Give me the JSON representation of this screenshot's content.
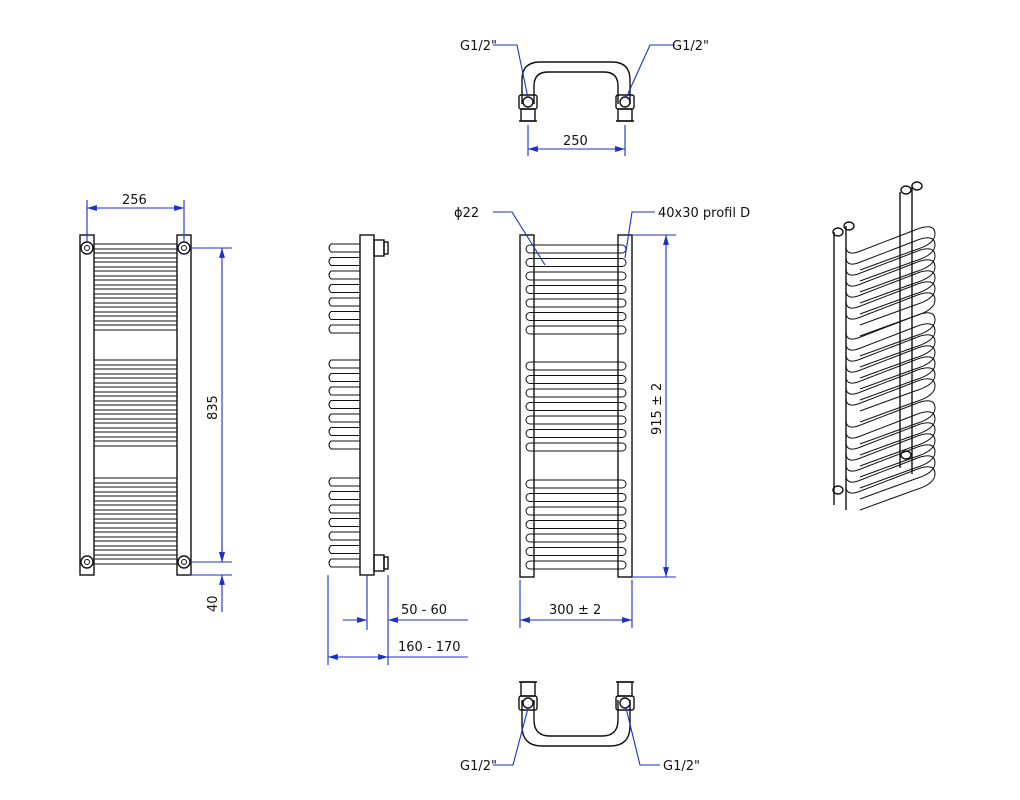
{
  "colors": {
    "outline": "#111111",
    "dimension": "#1a2fd0",
    "background": "#ffffff"
  },
  "labels": {
    "top_thread_left": "G1/2\"",
    "top_thread_right": "G1/2\"",
    "top_spacing": "250",
    "front_width": "256",
    "front_height": "835",
    "front_offset": "40",
    "tube_diameter": "ϕ22",
    "profile": "40x30 profil D",
    "overall_height": "915 ± 2",
    "overall_width": "300 ± 2",
    "wall_offset": "50 - 60",
    "total_depth": "160 - 170",
    "bottom_thread_left": "G1/2\"",
    "bottom_thread_right": "G1/2\""
  }
}
